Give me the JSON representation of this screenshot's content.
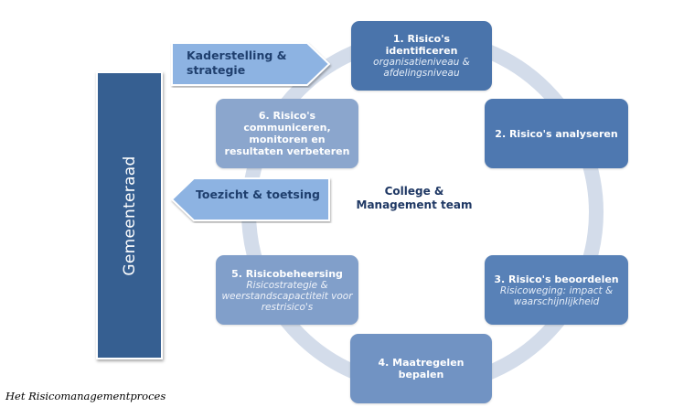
{
  "diagram": {
    "title_caption": "Het Risicomanagementproces",
    "center_label": {
      "line1": "College &",
      "line2": "Management team"
    },
    "side_bar": {
      "label": "Gemeenteraad",
      "color": "#365f91"
    },
    "arrows": [
      {
        "id": "kaderstelling",
        "line1": "Kaderstelling &",
        "line2": "strategie",
        "direction": "right"
      },
      {
        "id": "toezicht",
        "line1": "Toezicht & toetsing",
        "line2": "",
        "direction": "left"
      }
    ],
    "cycle_steps": [
      {
        "title": "1. Risico's identificeren",
        "subtitle": "organisatieniveau & afdelingsniveau",
        "color": "#4a74ab"
      },
      {
        "title": "2. Risico's analyseren",
        "subtitle": "",
        "color": "#4e78b0"
      },
      {
        "title": "3. Risico's beoordelen",
        "subtitle": "Risicoweging: impact & waarschijnlijkheid",
        "color": "#5881b7"
      },
      {
        "title": "4. Maatregelen bepalen",
        "subtitle": "",
        "color": "#7193c3"
      },
      {
        "title": "5. Risicobeheersing",
        "subtitle": "Risicostrategie & weerstandscapactiteit voor restrisico's",
        "color": "#819fca"
      },
      {
        "title": "6. Risico's communiceren, monitoren en resultaten verbeteren",
        "subtitle": "",
        "color": "#8ba6cd"
      }
    ],
    "ring_color": "#d3dcea",
    "arrow_fill": "#8db3e2"
  }
}
